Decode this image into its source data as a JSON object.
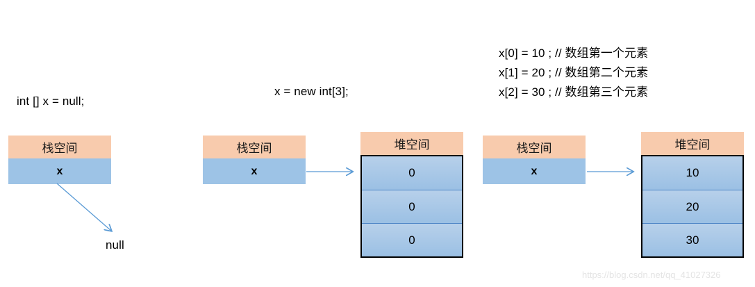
{
  "diagram": {
    "title": "Java array memory allocation diagram",
    "colors": {
      "header_peach": "#F8CBAD",
      "stack_blue": "#9DC3E6",
      "heap_cell_top": "#B7D0EA",
      "heap_cell_bottom": "#9BC0E4",
      "arrow_blue": "#5B9BD5",
      "cell_divider": "#4E86C6",
      "heap_border": "#000000"
    },
    "captions": {
      "declare": "int [] x = null;",
      "allocate": "x = new int[3];",
      "assign_lines": [
        "x[0] = 10 ; // 数组第一个元素",
        "x[1] = 20 ; // 数组第二个元素",
        "x[2] = 30 ; // 数组第三个元素"
      ]
    },
    "stage1": {
      "stack": {
        "header": "栈空间",
        "cells": [
          "x"
        ]
      },
      "null_label": "null"
    },
    "stage2": {
      "stack": {
        "header": "栈空间",
        "cells": [
          "x"
        ]
      },
      "heap": {
        "header": "堆空间",
        "cells": [
          "0",
          "0",
          "0"
        ]
      }
    },
    "stage3": {
      "stack": {
        "header": "栈空间",
        "cells": [
          "x"
        ]
      },
      "heap": {
        "header": "堆空间",
        "cells": [
          "10",
          "20",
          "30"
        ]
      }
    },
    "watermark": "https://blog.csdn.net/qq_41027326"
  }
}
